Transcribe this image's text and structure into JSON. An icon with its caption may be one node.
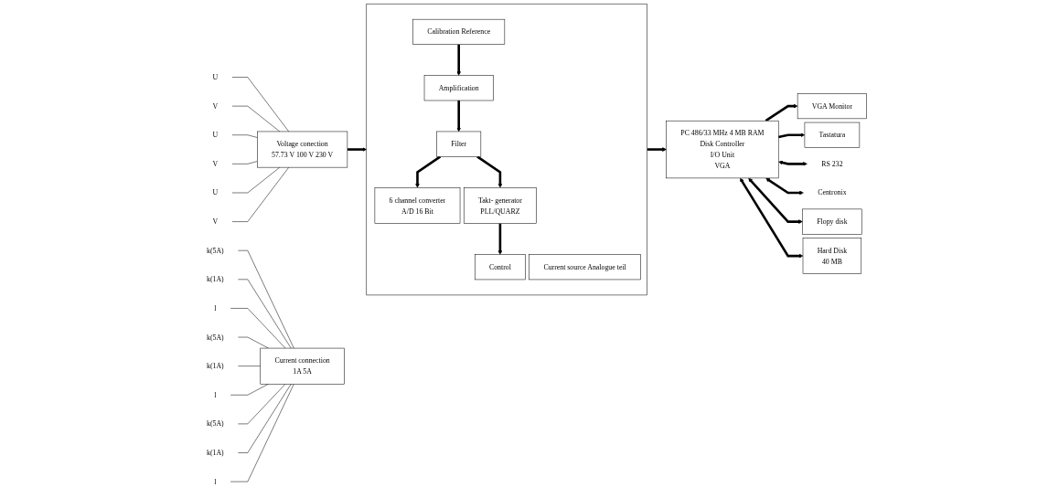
{
  "diagram": {
    "nodes": [
      {
        "text": [
          "U"
        ]
      },
      {
        "text": [
          "V"
        ]
      },
      {
        "text": [
          "U"
        ]
      },
      {
        "text": [
          "V"
        ]
      },
      {
        "text": [
          "U"
        ]
      },
      {
        "text": [
          "V"
        ]
      },
      {
        "text": [
          "k(5A)"
        ]
      },
      {
        "text": [
          "k(1A)"
        ]
      },
      {
        "text": [
          "l"
        ]
      },
      {
        "text": [
          "k(5A)"
        ]
      },
      {
        "text": [
          "k(1A)"
        ]
      },
      {
        "text": [
          "l"
        ]
      },
      {
        "text": [
          "k(5A)"
        ]
      },
      {
        "text": [
          "k(1A)"
        ]
      },
      {
        "text": [
          "l"
        ]
      },
      {
        "text": [
          "Voltage conection",
          "57.73 V 100 V 230 V"
        ]
      },
      {
        "text": [
          "Current connection",
          "1A 5A"
        ]
      },
      {
        "text": [],
        "shape": "box"
      },
      {
        "text": [
          "Amplification"
        ],
        "in": 17
      },
      {
        "text": [
          "Calibration Reference"
        ],
        "in": 17
      },
      {
        "text": [
          "Filter"
        ],
        "in": 17
      },
      {
        "text": [
          "6 channel converter",
          "A/D 16 Bit"
        ],
        "in": 17
      },
      {
        "text": [
          "Takt- generator",
          "PLL/QUARZ"
        ],
        "in": 17
      },
      {
        "text": [
          "Control"
        ],
        "in": 17
      },
      {
        "text": [
          "Current source Analogue teil"
        ],
        "in": 17
      },
      {
        "text": [
          "PC 486/33 MHz 4 MB RAM",
          "Disk Controller",
          "I/O Unit",
          "VGA"
        ]
      },
      {
        "text": [
          "VGA Monitor"
        ]
      },
      {
        "text": [
          "Tastatura"
        ]
      },
      {
        "text": [
          "RS 232"
        ]
      },
      {
        "text": [
          "Centronix"
        ]
      },
      {
        "text": [
          "Flopy disk"
        ]
      },
      {
        "text": [
          "Hard Disk",
          "40 MB"
        ]
      }
    ],
    "edges": [
      {
        "from": 0,
        "to": 15,
        "arrow": "none"
      },
      {
        "from": 1,
        "to": 15,
        "arrow": "none"
      },
      {
        "from": 2,
        "to": 15,
        "arrow": "none"
      },
      {
        "from": 3,
        "to": 15,
        "arrow": "none"
      },
      {
        "from": 4,
        "to": 15,
        "arrow": "none"
      },
      {
        "from": 5,
        "to": 15,
        "arrow": "none"
      },
      {
        "from": 6,
        "to": 16,
        "arrow": "none"
      },
      {
        "from": 7,
        "to": 16,
        "arrow": "none"
      },
      {
        "from": 8,
        "to": 16,
        "arrow": "none"
      },
      {
        "from": 9,
        "to": 16,
        "arrow": "none"
      },
      {
        "from": 10,
        "to": 16,
        "arrow": "none"
      },
      {
        "from": 11,
        "to": 16,
        "arrow": "none"
      },
      {
        "from": 12,
        "to": 16,
        "arrow": "none"
      },
      {
        "from": 13,
        "to": 16,
        "arrow": "none"
      },
      {
        "from": 14,
        "to": 16,
        "arrow": "none"
      },
      {
        "from": 15,
        "to": 17,
        "arrow": "to",
        "style": "thick"
      },
      {
        "from": 19,
        "to": 18,
        "arrow": "to",
        "style": "thick"
      },
      {
        "from": 18,
        "to": 20,
        "arrow": "to",
        "style": "thick"
      },
      {
        "from": 20,
        "to": 21,
        "arrow": "to",
        "style": "thick"
      },
      {
        "from": 20,
        "to": 22,
        "arrow": "to",
        "style": "thick"
      },
      {
        "from": 22,
        "to": 23,
        "arrow": "to",
        "style": "thick"
      },
      {
        "from": 17,
        "to": 25,
        "arrow": "to",
        "style": "thick"
      },
      {
        "from": 25,
        "to": 26,
        "arrow": "to",
        "style": "thick"
      },
      {
        "from": 25,
        "to": 27,
        "arrow": "to",
        "style": "thick"
      },
      {
        "from": 25,
        "to": 28,
        "arrow": "both",
        "style": "thick"
      },
      {
        "from": 25,
        "to": 29,
        "arrow": "both",
        "style": "thick"
      },
      {
        "from": 25,
        "to": 30,
        "arrow": "both",
        "style": "thick"
      },
      {
        "from": 25,
        "to": 31,
        "arrow": "both",
        "style": "thick"
      }
    ]
  }
}
